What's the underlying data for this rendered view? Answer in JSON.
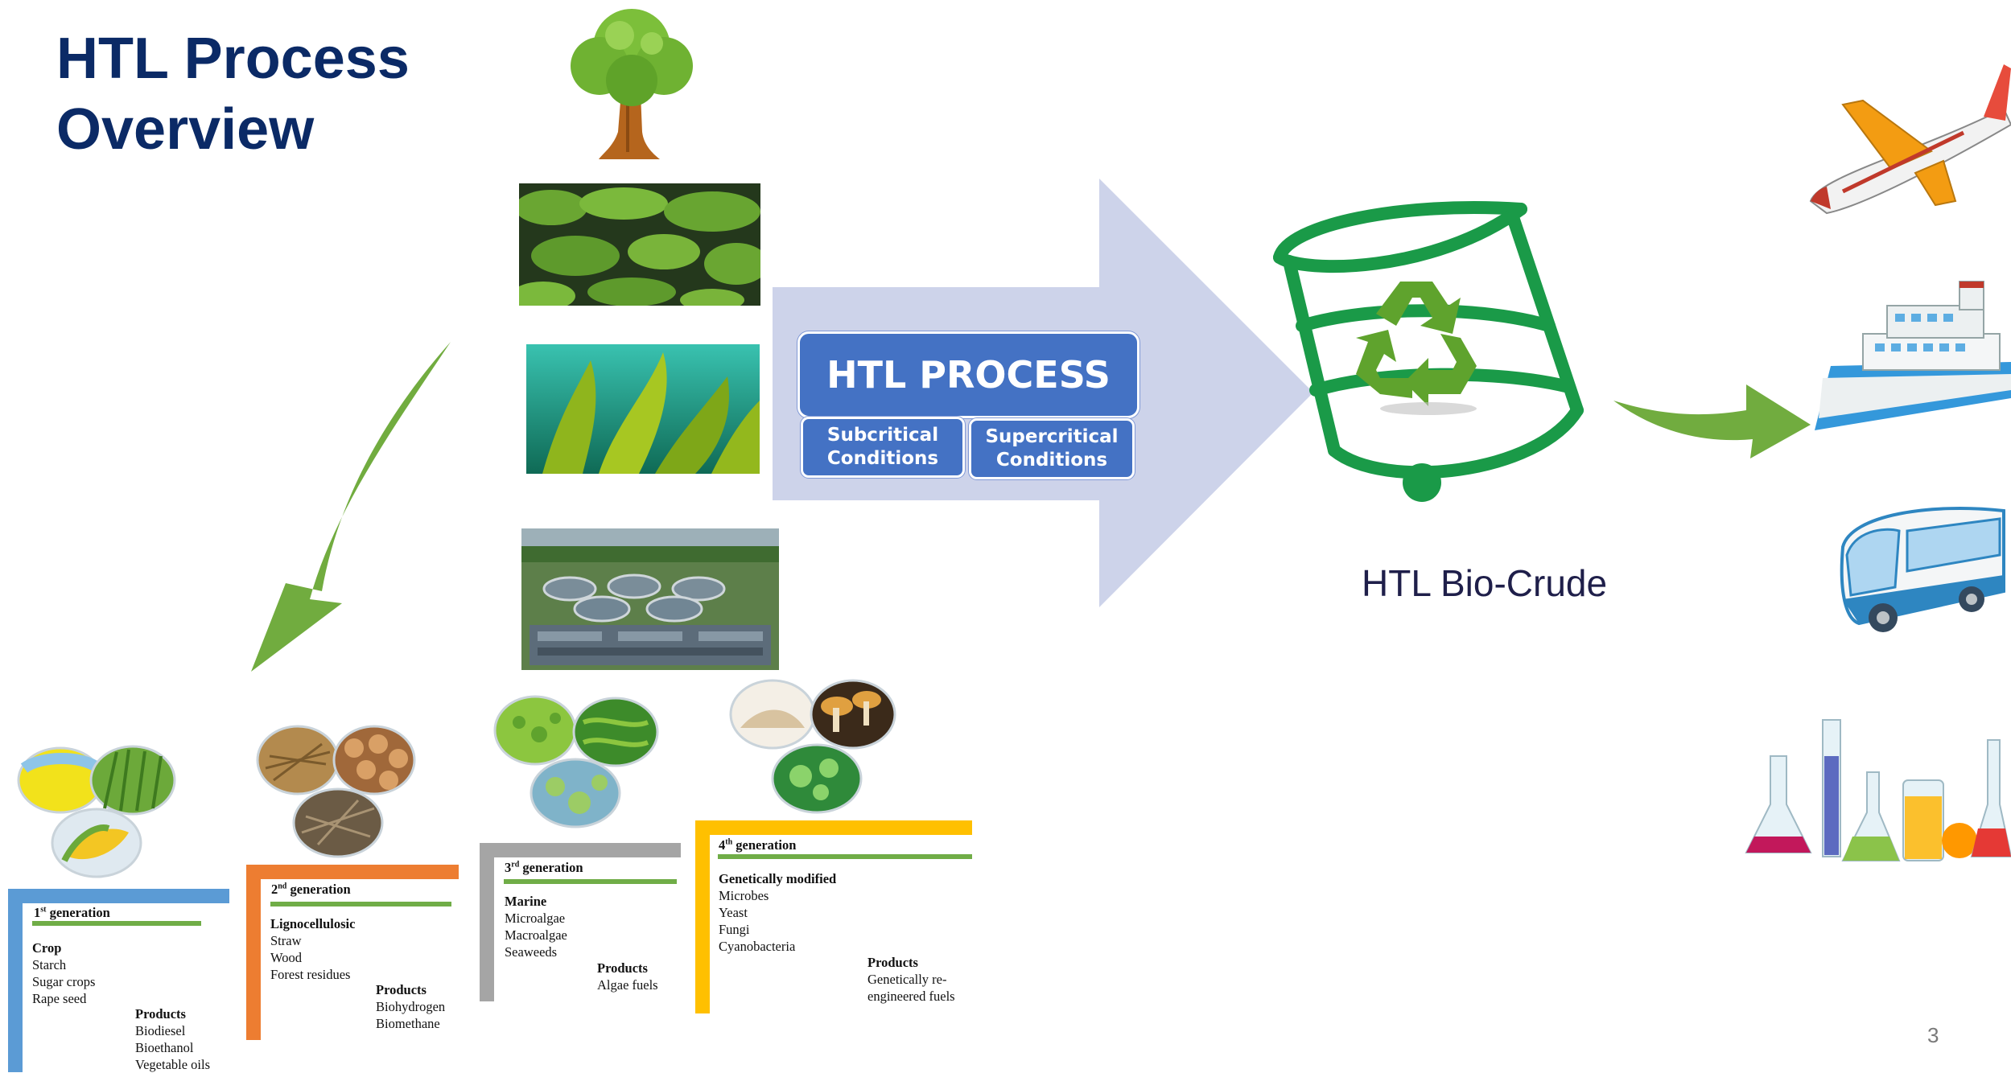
{
  "title": {
    "line1": "HTL Process",
    "line2": "Overview"
  },
  "process": {
    "main_label": "HTL PROCESS",
    "subcritical": {
      "line1": "Subcritical",
      "line2": "Conditions"
    },
    "supercritical": {
      "line1": "Supercritical",
      "line2": "Conditions"
    }
  },
  "biocrude_label": "HTL Bio-Crude",
  "page_number": "3",
  "colors": {
    "title": "#0b2a66",
    "process_blue": "#4472c4",
    "big_arrow": "#cdd3ea",
    "green_arrow": "#71ac3f",
    "barrel_green": "#1a9a48",
    "gen1": "#5b9bd5",
    "gen2": "#ed7d31",
    "gen3": "#a5a5a5",
    "gen4": "#ffc000",
    "gen_underline": "#70ad47"
  },
  "feedstock_images": [
    "tree-icon",
    "algae-mat-photo",
    "kelp-photo",
    "wastewater-plant-photo"
  ],
  "product_icons": [
    "airplane-icon",
    "ship-icon",
    "bus-icon",
    "chemistry-flasks-icon"
  ],
  "generations": [
    {
      "ordinal": "1",
      "suffix": "st",
      "heading": "generation",
      "category": "Crop",
      "items": [
        "Starch",
        "Sugar crops",
        "Rape seed"
      ],
      "products_label": "Products",
      "products": [
        "Biodiesel",
        "Bioethanol",
        "Vegetable oils"
      ]
    },
    {
      "ordinal": "2",
      "suffix": "nd",
      "heading": "generation",
      "category": "Lignocellulosic",
      "items": [
        "Straw",
        "Wood",
        "Forest residues"
      ],
      "products_label": "Products",
      "products": [
        "Biohydrogen",
        "Biomethane"
      ]
    },
    {
      "ordinal": "3",
      "suffix": "rd",
      "heading": "generation",
      "category": "Marine",
      "items": [
        "Microalgae",
        "Macroalgae",
        "Seaweeds"
      ],
      "products_label": "Products",
      "products": [
        "Algae fuels"
      ]
    },
    {
      "ordinal": "4",
      "suffix": "th",
      "heading": "generation",
      "category": "Genetically modified",
      "items": [
        "Microbes",
        "Yeast",
        "Fungi",
        "Cyanobacteria"
      ],
      "products_label": "Products",
      "products": [
        "Genetically re-",
        "engineered fuels"
      ]
    }
  ]
}
